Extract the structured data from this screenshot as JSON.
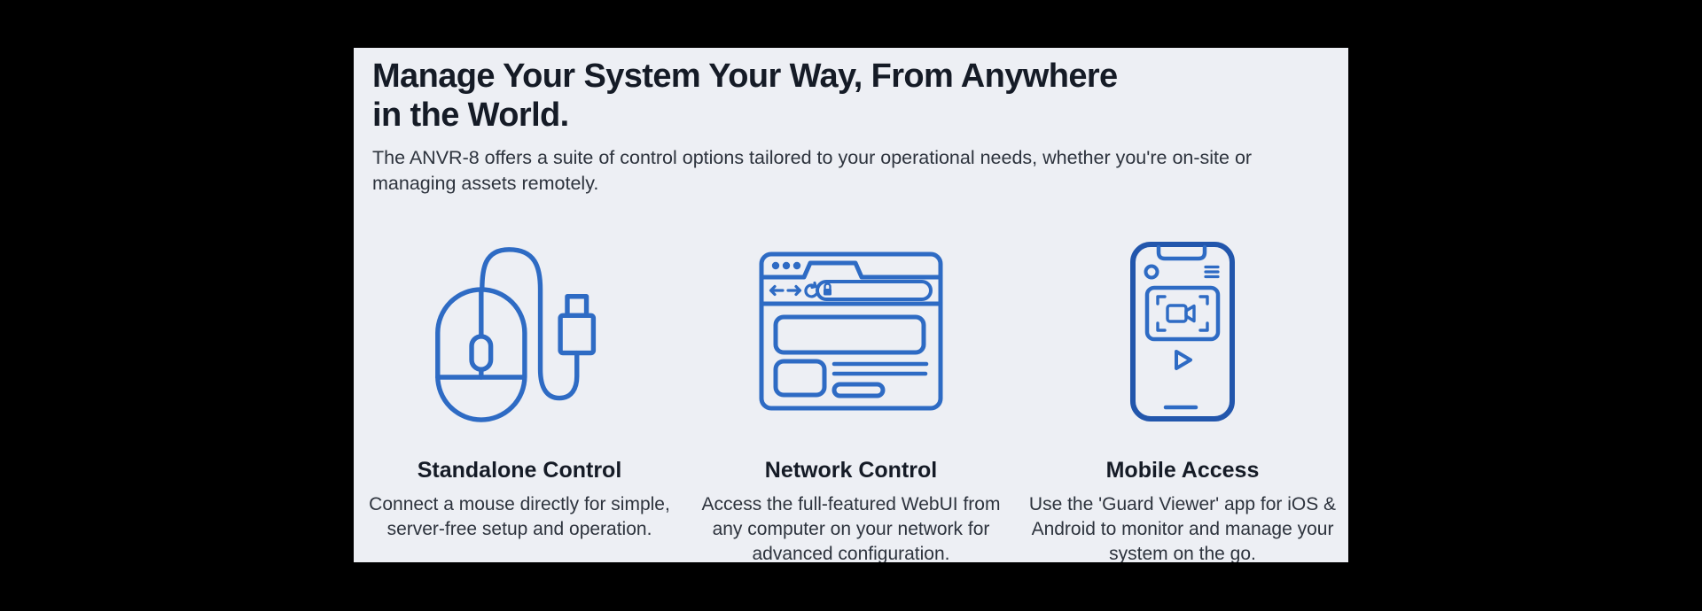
{
  "page": {
    "background": "#000000",
    "card_background": "#edeff4"
  },
  "colors": {
    "icon_blue": "#2e6bc4",
    "phone_frame_blue": "#2256ac",
    "heading": "#151b26",
    "body_text": "#2d333d"
  },
  "header": {
    "title_line1": "Manage Your System Your Way, From Anywhere",
    "title_line2": "in the World.",
    "subtitle_line1": "The ANVR-8 offers a suite of control options tailored to your operational needs, whether you're on-site or",
    "subtitle_line2": "managing assets remotely."
  },
  "features": [
    {
      "icon": "mouse-icon",
      "title": "Standalone Control",
      "desc_line1": "Connect a mouse directly for simple,",
      "desc_line2": "server-free setup and operation.",
      "desc_line3": ""
    },
    {
      "icon": "browser-window-icon",
      "title": "Network Control",
      "desc_line1": "Access the full-featured WebUI from",
      "desc_line2": "any computer on your network for",
      "desc_line3": "advanced configuration."
    },
    {
      "icon": "smartphone-icon",
      "title": "Mobile Access",
      "desc_line1": "Use the 'Guard Viewer' app for iOS &",
      "desc_line2": "Android to monitor and manage your",
      "desc_line3": "system on the go."
    }
  ]
}
